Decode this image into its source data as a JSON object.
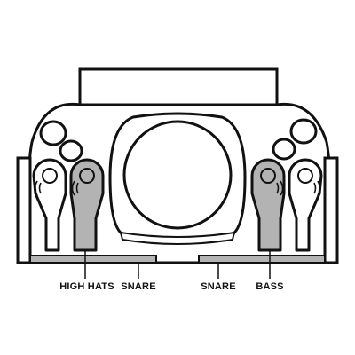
{
  "diagram": {
    "labels": {
      "high_hats": "HIGH HATS",
      "snare_left": "SNARE",
      "snare_right": "SNARE",
      "bass": "BASS"
    },
    "colors": {
      "stroke": "#111111",
      "body_fill": "#ffffff",
      "highlight_fill": "#b3b3b3",
      "background": "#ffffff"
    }
  }
}
